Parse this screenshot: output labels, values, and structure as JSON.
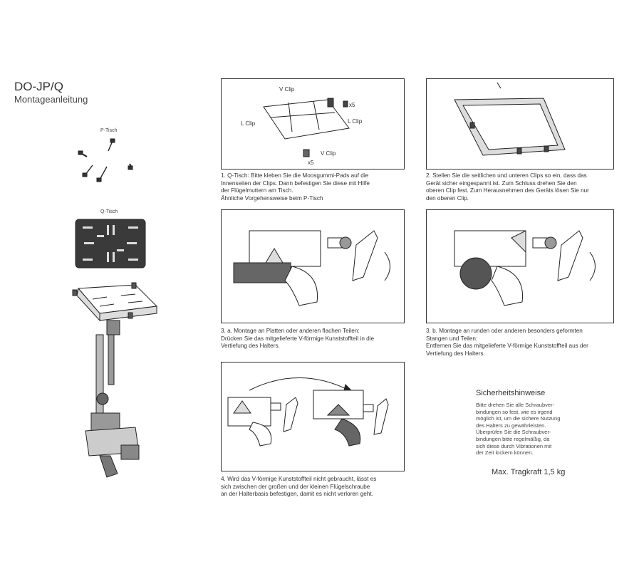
{
  "header": {
    "title": "DO-JP/Q",
    "subtitle": "Montageanleitung"
  },
  "left": {
    "p_tisch_label": "P-Tisch",
    "q_tisch_label": "Q-Tisch"
  },
  "panel1": {
    "labels": {
      "v_clip_top": "V Clip",
      "x5_top": "x5",
      "l_clip_left": "L Clip",
      "l_clip_right": "L Clip",
      "v_clip_bottom": "V Clip",
      "x5_bottom": "x5"
    },
    "caption": [
      "1. Q-Tisch: Bitte kleben Sie die Moosgummi-Pads auf die",
      "Innenseiten der Clips. Dann befestigen Sie diese mit Hilfe",
      "der Flügelmuttern am Tisch.",
      "Ähnliche Vorgehensweise beim P-Tisch"
    ]
  },
  "panel2": {
    "caption": [
      "2. Stellen Sie die seitlichen und unteren Clips so ein, dass das",
      "Gerät sicher eingespannt ist. Zum Schluss drehen Sie den",
      "oberen Clip fest. Zum Herausnehmen des Geräts lösen Sie nur",
      "den oberen Clip."
    ]
  },
  "panel3": {
    "caption": [
      "3. a. Montage an Platten oder anderen flachen Teilen:",
      "Drücken Sie das mitgelieferte V-förmige Kunststoffteil in die",
      "Vertiefung des Halters."
    ]
  },
  "panel4": {
    "caption": [
      "3. b. Montage an runden oder anderen besonders  geformten",
      "Stangen und Teilen:",
      "Entfernen Sie das mitgelieferte V-förmige Kunststoffteil aus der",
      "Vertiefung des Halters."
    ]
  },
  "panel5": {
    "caption": [
      "4. Wird das V-förmige Kunststoffteil nicht gebraucht, lässt es",
      "sich zwischen der großen und der kleinen Flügelschraube",
      "an der Halterbasis befestigen, damit es nicht verloren geht."
    ]
  },
  "safety": {
    "title": "Sicherheitshinweise",
    "text": [
      "Bitte drehen Sie alle Schraubver-",
      "bindungen so fest, wie es irgend",
      "möglich ist, um die sichere Nutzung",
      "des Halters zu gewährleisten.",
      "Überprüfen Sie die Schraubver-",
      "bindungen bitte regelmäßig, da",
      "sich diese durch Vibrationen mit",
      "der Zeit lockern können."
    ],
    "max_load": "Max. Tragkraft 1,5 kg"
  }
}
